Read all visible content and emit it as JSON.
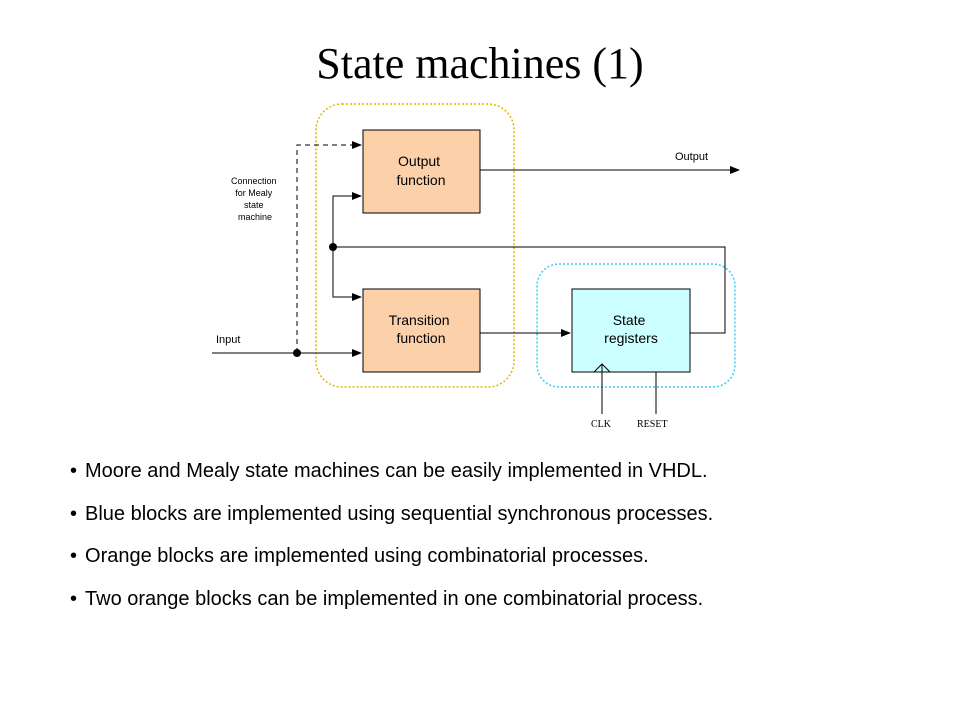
{
  "slide": {
    "title": "State machines (1)"
  },
  "diagram": {
    "blocks": {
      "output_function": [
        "Output",
        "function"
      ],
      "transition_function": [
        "Transition",
        "function"
      ],
      "state_registers": [
        "State",
        "registers"
      ]
    },
    "labels": {
      "output": "Output",
      "input": "Input",
      "mealy_note": [
        "Connection",
        "for Mealy",
        "state",
        "machine"
      ],
      "clk": "CLK",
      "reset": "RESET"
    },
    "colors": {
      "orange_block": "#fcd0a8",
      "blue_block": "#ccffff",
      "orange_group_border": "#e8b400",
      "blue_group_border": "#33ccff"
    }
  },
  "bullets": [
    "Moore and Mealy state machines can be easily implemented in VHDL.",
    "Blue blocks are implemented using sequential synchronous processes.",
    "Orange blocks are implemented using combinatorial processes.",
    "Two orange blocks can be implemented in one combinatorial process."
  ]
}
